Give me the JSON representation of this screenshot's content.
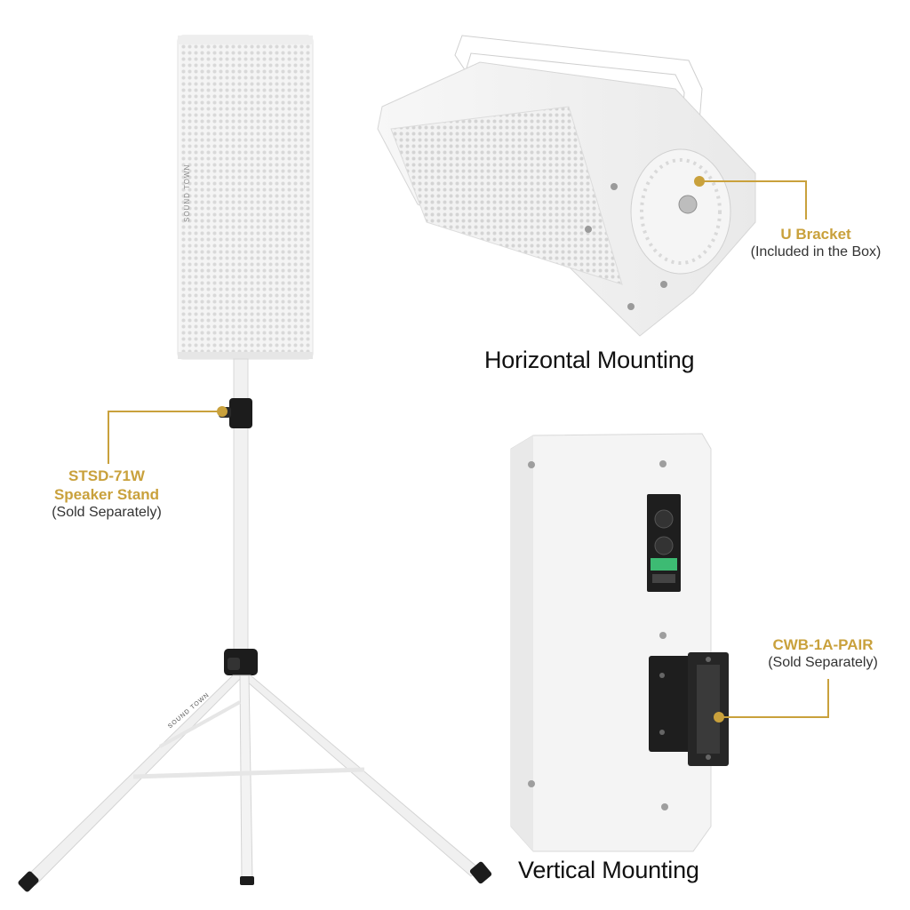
{
  "headings": {
    "horizontal": "Horizontal Mounting",
    "vertical": "Vertical Mounting"
  },
  "callouts": {
    "u_bracket": {
      "title": "U Bracket",
      "note": "(Included in the Box)"
    },
    "stand": {
      "title_line1": "STSD-71W",
      "title_line2": "Speaker Stand",
      "note": "(Sold Separately)"
    },
    "wall_bracket": {
      "title": "CWB-1A-PAIR",
      "note": "(Sold Separately)"
    }
  },
  "branding": {
    "speaker_logo": "SOUND TOWN",
    "stand_logo": "SOUND TOWN"
  },
  "colors": {
    "accent": "#c9a13c",
    "background": "#ffffff",
    "bracket": "#1e1e1e"
  }
}
